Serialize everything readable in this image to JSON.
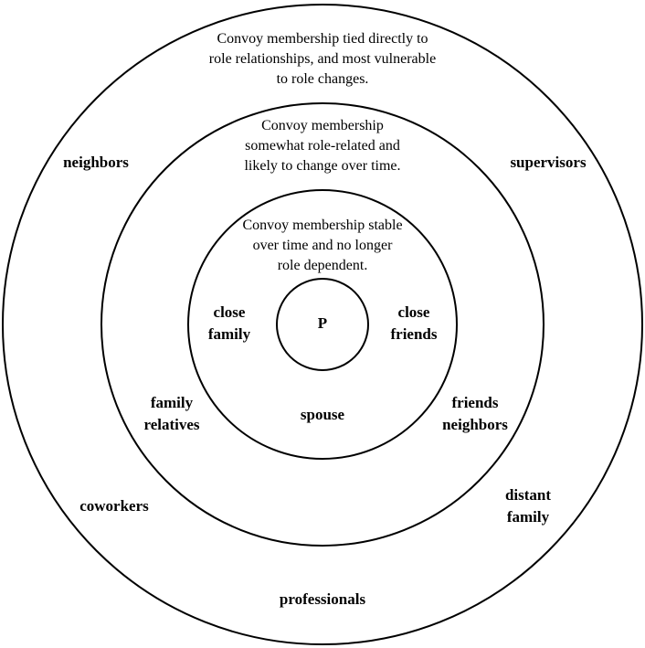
{
  "center": {
    "label": "P"
  },
  "outer_ring": {
    "description": [
      "Convoy membership tied directly to",
      "role relationships, and most vulnerable",
      "to role changes."
    ],
    "members": {
      "neighbors": [
        "neighbors"
      ],
      "supervisors": [
        "supervisors"
      ],
      "coworkers": [
        "coworkers"
      ],
      "distant_family": [
        "distant",
        "family"
      ],
      "professionals": [
        "professionals"
      ]
    }
  },
  "middle_ring": {
    "description": [
      "Convoy membership",
      "somewhat role-related and",
      "likely to change over time."
    ],
    "members": {
      "family_relatives": [
        "family",
        "relatives"
      ],
      "friends_neighbors": [
        "friends",
        "neighbors"
      ]
    }
  },
  "inner_ring": {
    "description": [
      "Convoy membership stable",
      "over time and no longer",
      "role dependent."
    ],
    "members": {
      "close_family": [
        "close",
        "family"
      ],
      "close_friends": [
        "close",
        "friends"
      ],
      "spouse": [
        "spouse"
      ]
    }
  },
  "colors": {
    "stroke": "#000000",
    "background": "#ffffff"
  }
}
